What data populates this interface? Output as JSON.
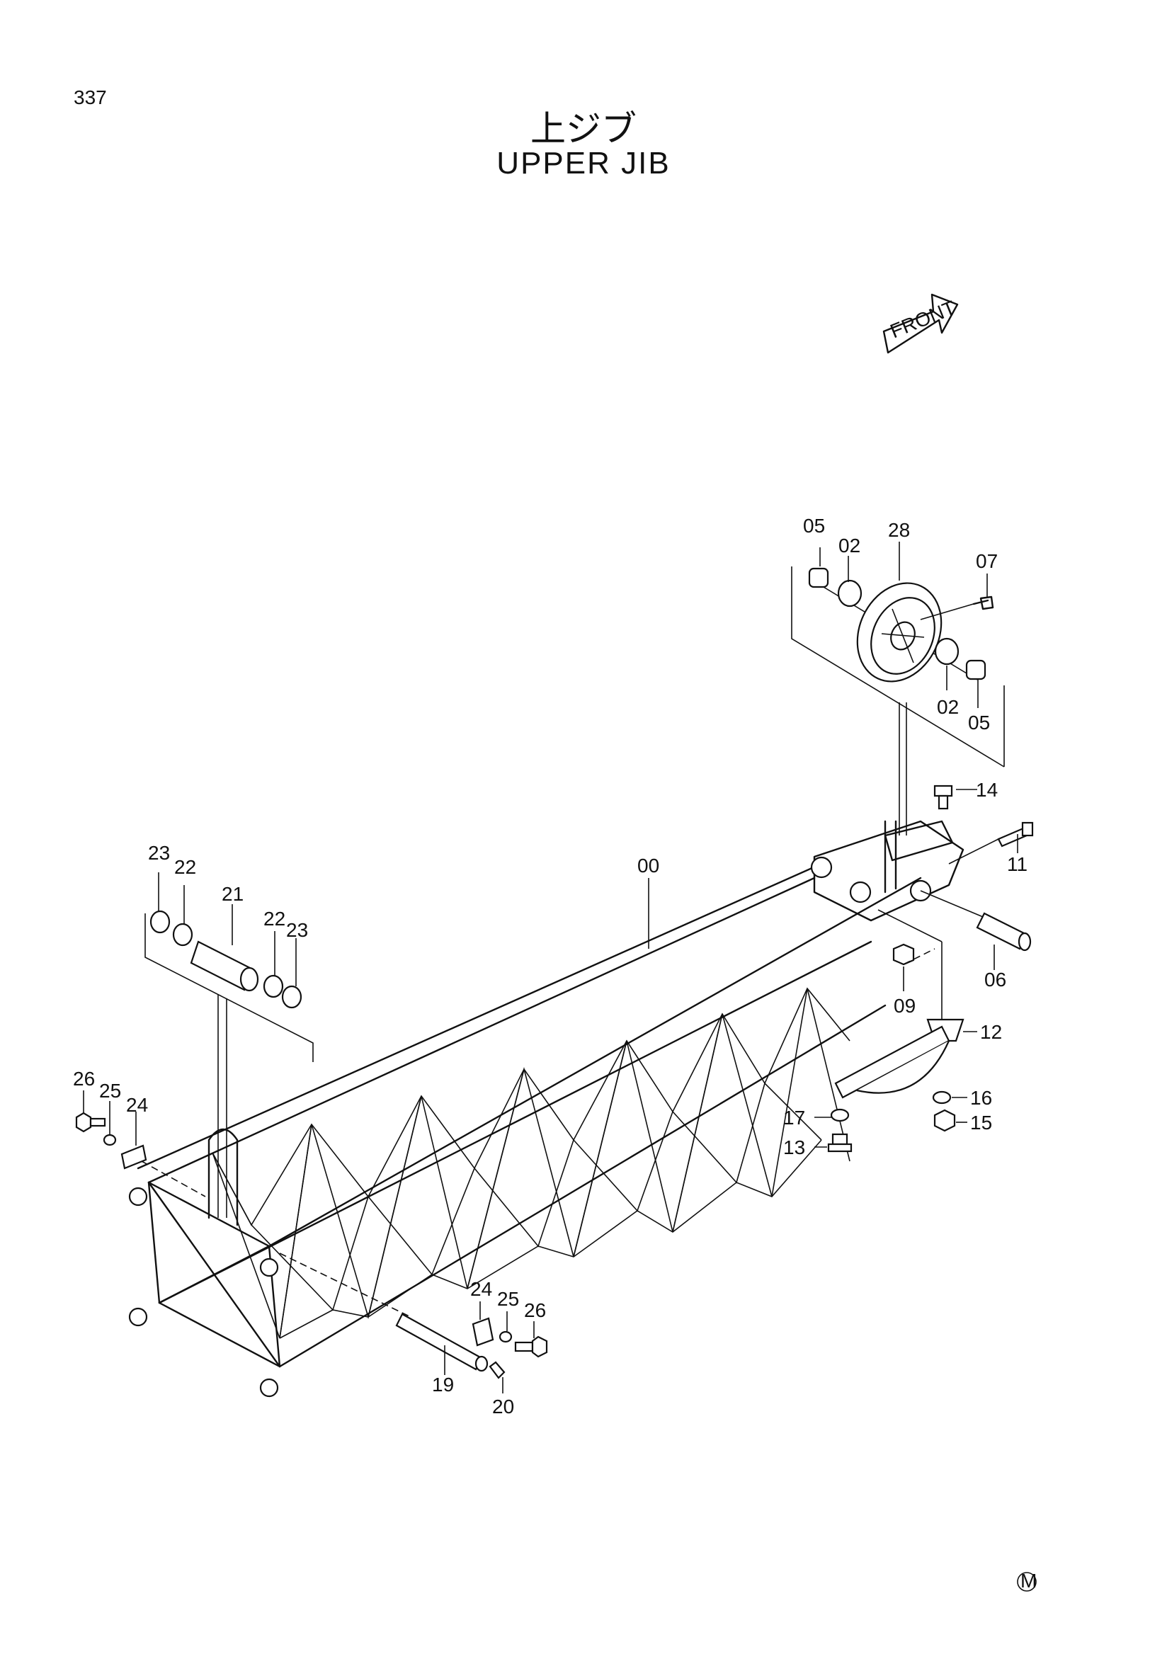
{
  "page": {
    "number": "337",
    "title_jp": "上ジブ",
    "title_en": "UPPER JIB",
    "front_label": "FRONT",
    "mark": "M"
  },
  "callouts": [
    {
      "id": "c-00",
      "label": "00"
    },
    {
      "id": "c-02a",
      "label": "02"
    },
    {
      "id": "c-02b",
      "label": "02"
    },
    {
      "id": "c-05a",
      "label": "05"
    },
    {
      "id": "c-05b",
      "label": "05"
    },
    {
      "id": "c-06",
      "label": "06"
    },
    {
      "id": "c-07",
      "label": "07"
    },
    {
      "id": "c-09",
      "label": "09"
    },
    {
      "id": "c-11",
      "label": "11"
    },
    {
      "id": "c-12",
      "label": "12"
    },
    {
      "id": "c-13",
      "label": "13"
    },
    {
      "id": "c-14",
      "label": "14"
    },
    {
      "id": "c-15",
      "label": "15"
    },
    {
      "id": "c-16",
      "label": "16"
    },
    {
      "id": "c-17",
      "label": "17"
    },
    {
      "id": "c-19",
      "label": "19"
    },
    {
      "id": "c-20",
      "label": "20"
    },
    {
      "id": "c-21",
      "label": "21"
    },
    {
      "id": "c-22a",
      "label": "22"
    },
    {
      "id": "c-22b",
      "label": "22"
    },
    {
      "id": "c-23a",
      "label": "23"
    },
    {
      "id": "c-23b",
      "label": "23"
    },
    {
      "id": "c-24a",
      "label": "24"
    },
    {
      "id": "c-24b",
      "label": "24"
    },
    {
      "id": "c-25a",
      "label": "25"
    },
    {
      "id": "c-25b",
      "label": "25"
    },
    {
      "id": "c-26a",
      "label": "26"
    },
    {
      "id": "c-26b",
      "label": "26"
    },
    {
      "id": "c-28",
      "label": "28"
    }
  ]
}
